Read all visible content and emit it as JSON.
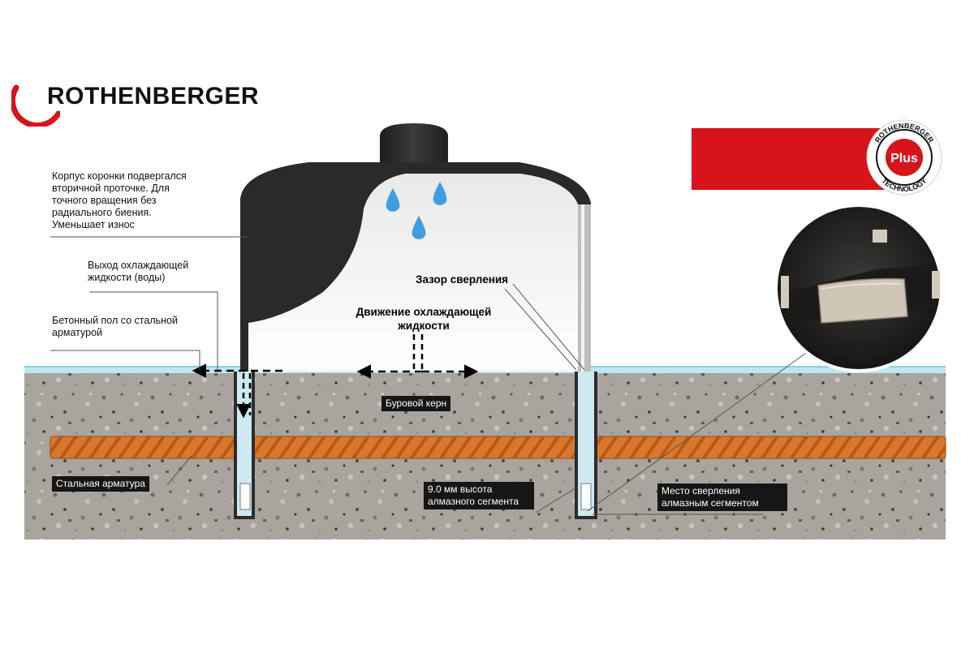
{
  "brand": {
    "logo_text": "ROTHENBERGER",
    "badge_ring_text": "ROTHENBERGER",
    "badge_ring_text_bottom": "TECHNOLOGY",
    "badge_center": "Plus",
    "brand_red": "#d7131b"
  },
  "labels": {
    "body_note": "Корпус коронки подвергался\nвторичной проточке. Для\nточного вращения без\nрадиального биения.\nУменьшает износ",
    "coolant_out": "Выход охлаждающей\nжидкости (воды)",
    "concrete_floor": "Бетонный пол со стальной\nарматурой",
    "coolant_motion": "Движение охлаждающей\nжидкости",
    "drilling_gap": "Зазор сверления",
    "core": "Буровой керн",
    "steel_rebar": "Стальная арматура",
    "segment_height": "9.0 мм  высота\nалмазного сегмента",
    "drill_point": "Место сверления\nалмазным сегментом"
  },
  "colors": {
    "concrete": "#a8a39c",
    "rebar": "#d9782c",
    "water_line": "#8fd3ec",
    "drop": "#4aa6e0",
    "crown_body": "#2a2a2a"
  }
}
